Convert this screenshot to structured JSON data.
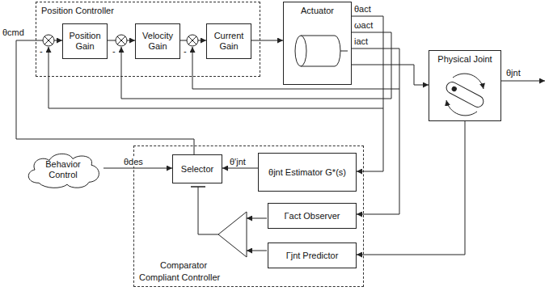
{
  "diagram": {
    "nodes": [
      {
        "text": [
          "Position Controller"
        ]
      },
      {
        "text": [
          "Position Gain"
        ],
        "in": 0
      },
      {
        "text": [
          "Velocity Gain"
        ],
        "in": 0
      },
      {
        "text": [
          "Current Gain"
        ],
        "in": 0
      },
      {
        "text": [
          "Actuator"
        ]
      },
      {
        "text": [
          "Physical Joint"
        ]
      },
      {
        "text": [
          "Behavior Control"
        ]
      },
      {
        "text": [
          "Compliant Controller"
        ]
      },
      {
        "text": [
          "Selector"
        ],
        "in": 7
      },
      {
        "text": [
          "θjnt Estimator G*(s)"
        ],
        "in": 7
      },
      {
        "text": [
          "Γact Observer"
        ],
        "in": 7
      },
      {
        "text": [
          "Γjnt Predictor"
        ],
        "in": 7
      }
    ],
    "edges": [
      {
        "from": 1,
        "to": 2,
        "arrow": "to"
      },
      {
        "from": 2,
        "to": 3,
        "arrow": "to"
      },
      {
        "from": 3,
        "to": 4,
        "arrow": "to"
      },
      {
        "from": 4,
        "to": 5,
        "arrow": "to"
      },
      {
        "from": 6,
        "to": 8,
        "label": "θdes",
        "arrow": "to"
      },
      {
        "from": 9,
        "to": 8,
        "label": "θ'jnt",
        "arrow": "to"
      },
      {
        "from": 4,
        "to": 9,
        "arrow": "to"
      },
      {
        "from": 4,
        "to": 10,
        "arrow": "to"
      },
      {
        "from": 5,
        "to": 11,
        "arrow": "to"
      },
      {
        "from": 8,
        "to": 1,
        "arrow": "to"
      }
    ],
    "labels": [
      "θcmd",
      "θact",
      "ωact",
      "iact",
      "θjnt",
      "-",
      "-",
      "-",
      "Comparator"
    ]
  }
}
